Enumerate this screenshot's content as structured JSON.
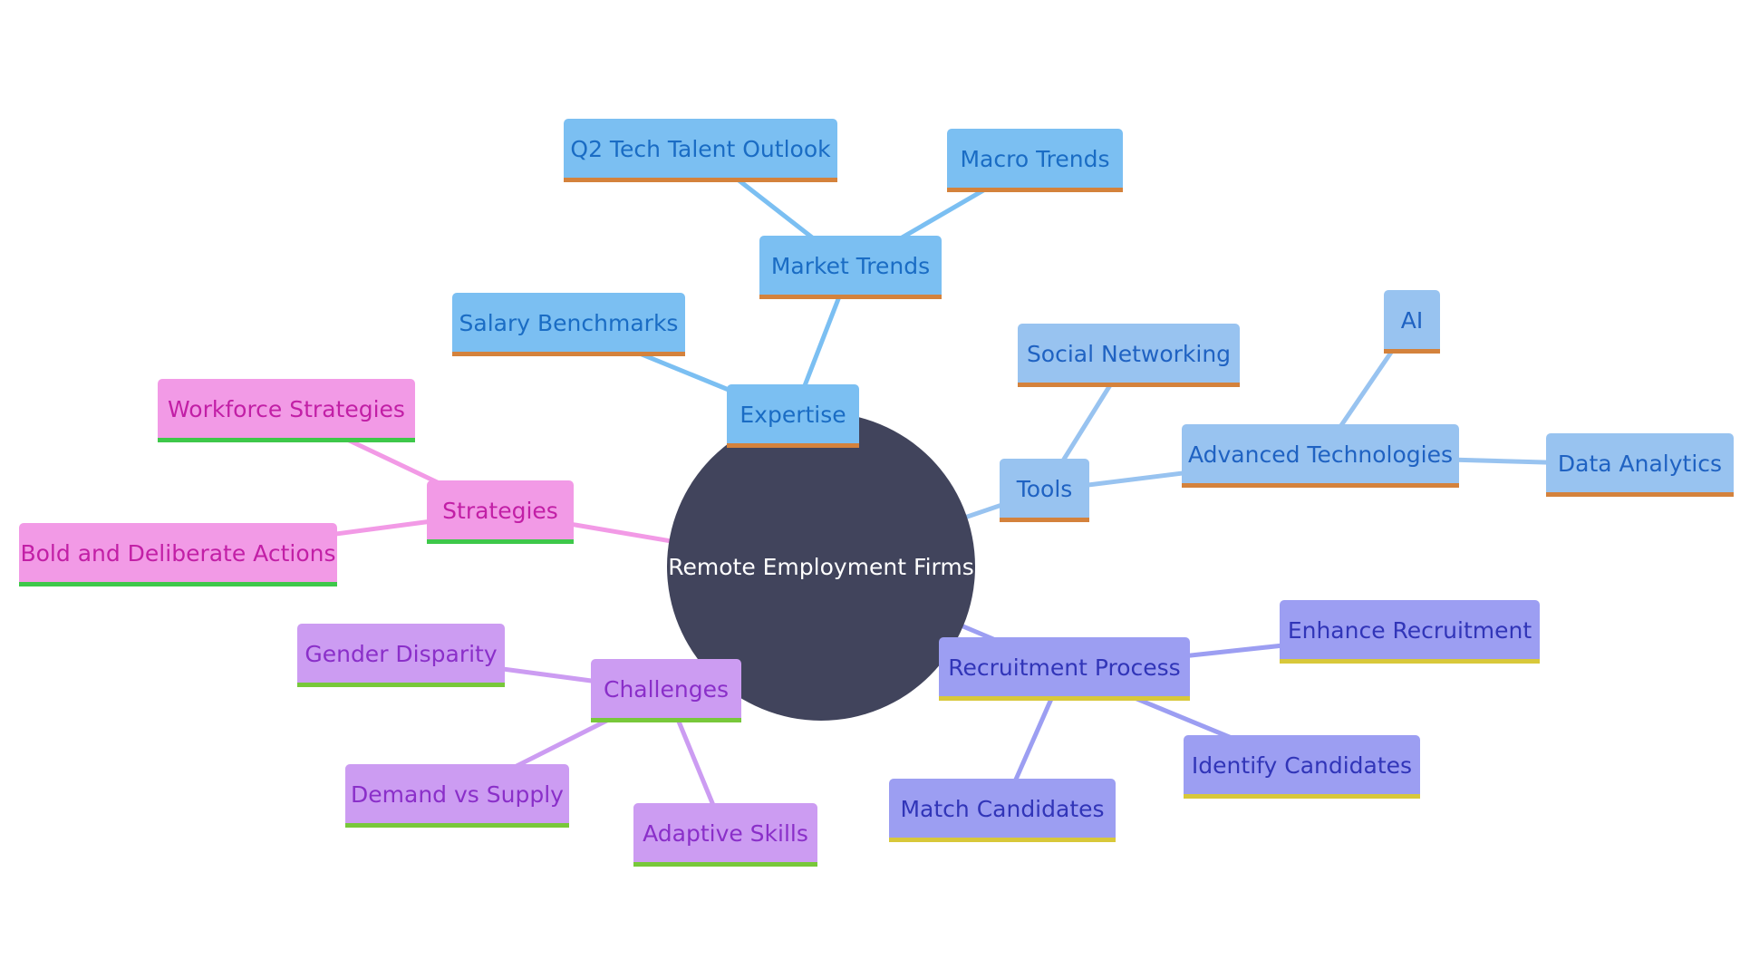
{
  "root": {
    "label": "Remote Employment Firms",
    "color": "#41445c"
  },
  "branches": [
    {
      "key": "expertise",
      "fill": "#7bbff2",
      "text": "#1a6cc4",
      "border": "#d4823c",
      "link": "#7bbff2",
      "nodes": {
        "expertise": "Expertise",
        "market_trends": "Market Trends",
        "q2_tech_talent_outlook": "Q2 Tech Talent Outlook",
        "macro_trends": "Macro Trends",
        "salary_benchmarks": "Salary Benchmarks"
      }
    },
    {
      "key": "tools",
      "fill": "#98c3f0",
      "text": "#1f62c2",
      "border": "#d4823c",
      "link": "#98c3f0",
      "nodes": {
        "tools": "Tools",
        "social_networking": "Social Networking",
        "advanced_technologies": "Advanced Technologies",
        "ai": "AI",
        "data_analytics": "Data Analytics"
      }
    },
    {
      "key": "recruitment",
      "fill": "#9c9ef2",
      "text": "#3135b8",
      "border": "#d8c83a",
      "link": "#9c9ef2",
      "nodes": {
        "recruitment_process": "Recruitment Process",
        "enhance_recruitment": "Enhance Recruitment",
        "identify_candidates": "Identify Candidates",
        "match_candidates": "Match Candidates"
      }
    },
    {
      "key": "challenges",
      "fill": "#cc9cf2",
      "text": "#8a2fc9",
      "border": "#78c83a",
      "link": "#cc9cf2",
      "nodes": {
        "challenges": "Challenges",
        "gender_disparity": "Gender Disparity",
        "demand_vs_supply": "Demand vs Supply",
        "adaptive_skills": "Adaptive Skills"
      }
    },
    {
      "key": "strategies",
      "fill": "#f29ae6",
      "text": "#c21fa6",
      "border": "#3ec84a",
      "link": "#f29ae6",
      "nodes": {
        "strategies": "Strategies",
        "workforce_strategies": "Workforce Strategies",
        "bold_and_deliberate_actions": "Bold and Deliberate Actions"
      }
    }
  ]
}
